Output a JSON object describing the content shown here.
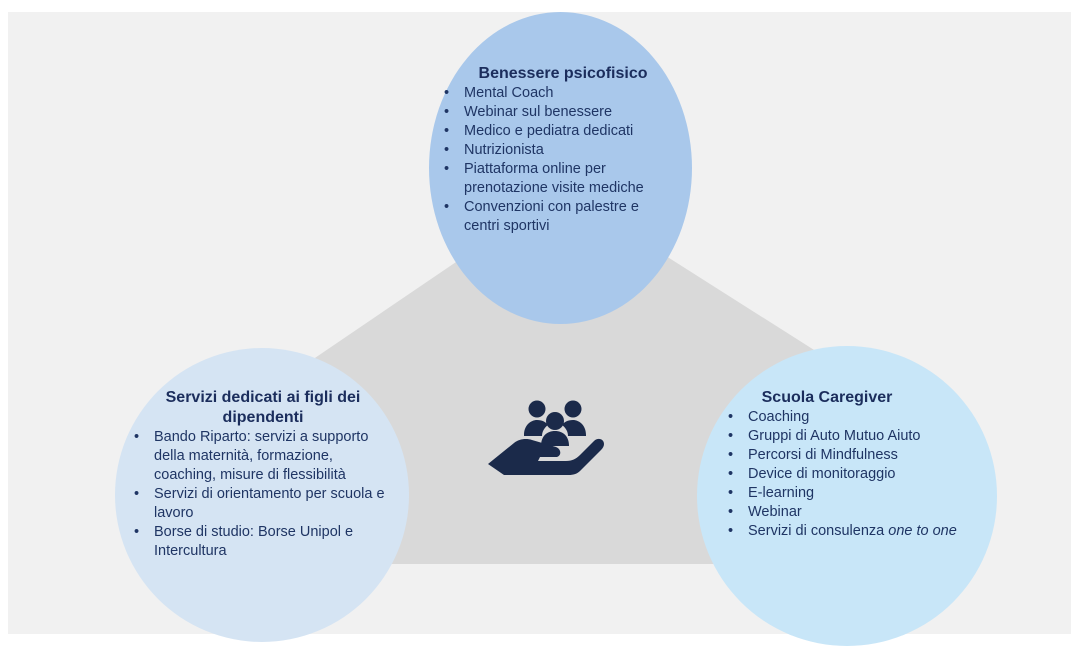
{
  "top": {
    "title": "Benessere psicofisico",
    "items": [
      "Mental Coach",
      "Webinar sul benessere",
      "Medico e pediatra dedicati",
      "Nutrizionista",
      "Piattaforma online per prenotazione visite mediche",
      "Convenzioni con palestre e centri sportivi"
    ]
  },
  "left": {
    "title": "Servizi dedicati ai figli dei dipendenti",
    "items": [
      "Bando Riparto: servizi a supporto della maternità, formazione, coaching, misure di flessibilità",
      "Servizi di orientamento per scuola e lavoro",
      "Borse di studio: Borse Unipol e Intercultura"
    ]
  },
  "right": {
    "title": "Scuola Caregiver",
    "items": [
      "Coaching",
      "Gruppi di Auto Mutuo Aiuto",
      "Percorsi di Mindfulness",
      "Device di monitoraggio",
      "E-learning",
      "Webinar"
    ],
    "last_item_prefix": "Servizi di consulenza ",
    "last_item_italic": "one to one"
  },
  "center_icon": "hand-holding-people-icon",
  "colors": {
    "background": "#f1f1f1",
    "triangle": "#d9d9d9",
    "top_circle": "#a9c8eb",
    "left_circle": "#d5e4f3",
    "right_circle": "#c8e6f8",
    "text": "#1f3564",
    "icon": "#1b2a4a"
  }
}
